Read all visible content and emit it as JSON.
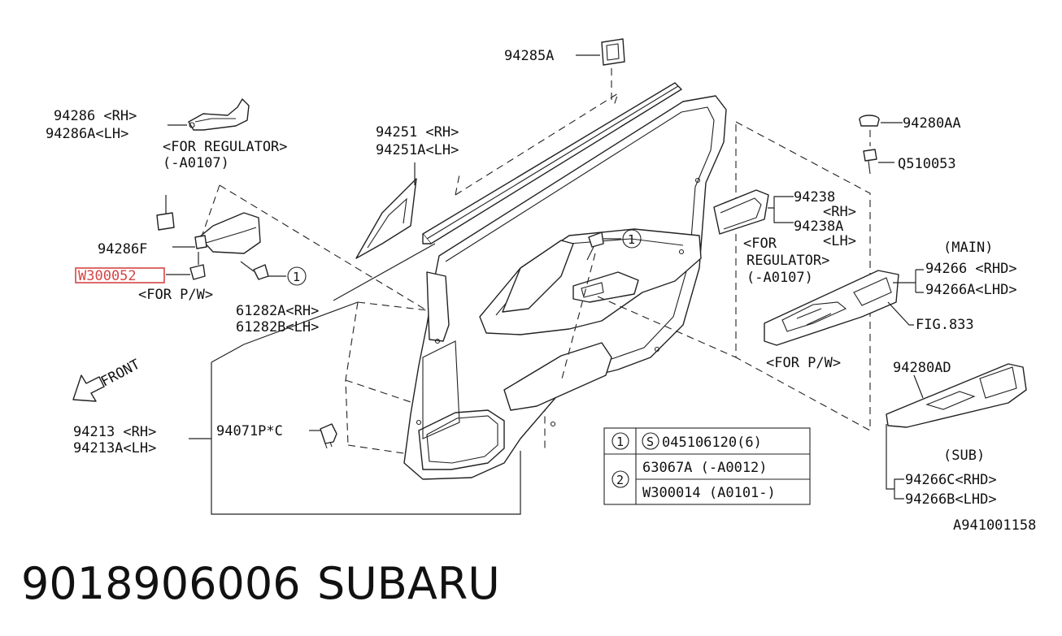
{
  "labels": {
    "p94285a": "94285A",
    "p94286_rh": "94286 <RH>",
    "p94286a_lh": "94286A<LH>",
    "for_regulator_1": "<FOR REGULATOR>",
    "range_a0107_1": "(-A0107)",
    "p94251_rh": "94251  <RH>",
    "p94251a_lh": "94251A<LH>",
    "p94280aa": "94280AA",
    "q510053": "Q510053",
    "p94238": "94238",
    "p94238_rh": "<RH>",
    "p94238a": "94238A",
    "p94238a_lh": "<LH>",
    "for_regulator_2": "<FOR",
    "regulator_2": "REGULATOR>",
    "range_a0107_2": "(-A0107)",
    "p94286f": "94286F",
    "w300052": "W300052",
    "for_pw_1": "<FOR P/W>",
    "callout_1a": "1",
    "callout_1b": "1",
    "p61282a_rh": "61282A<RH>",
    "p61282b_lh": "61282B<LH>",
    "main": "(MAIN)",
    "p94266_rhd": "94266 <RHD>",
    "p94266a_lhd": "94266A<LHD>",
    "fig833": "FIG.833",
    "for_pw_2": "<FOR P/W>",
    "front": "FRONT",
    "p94280ad": "94280AD",
    "p94213_rh": "94213  <RH>",
    "p94213a_lh": "94213A<LH>",
    "p94071p": "94071P*C",
    "sub": "(SUB)",
    "p94266c_rhd": "94266C<RHD>",
    "p94266b_lhd": "94266B<LHD>",
    "diagram_code": "A941001158"
  },
  "legend_table": {
    "row1_num": "1",
    "row1_s": "S",
    "row1_part": "045106120(6)",
    "row2_num": "2",
    "row2a_part": "63067A  (-A0012)",
    "row2b_part": "W300014 (A0101-)"
  },
  "footer": {
    "part_number": "9018906006",
    "brand": "SUBARU"
  },
  "highlight_color": "#d64545"
}
